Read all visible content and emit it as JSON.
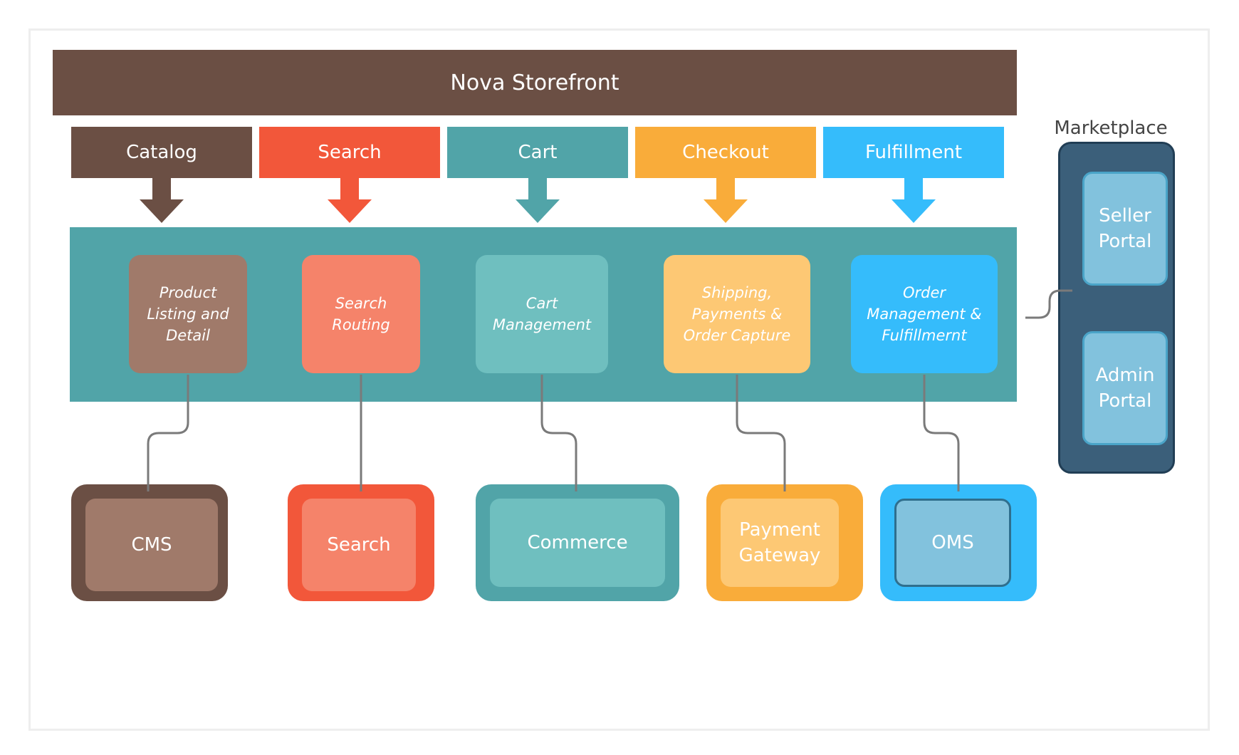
{
  "title": "Nova Storefront",
  "colors": {
    "brown": "#6b4f44",
    "brown_light": "#a07a6a",
    "red": "#f2573a",
    "red_light": "#f5836a",
    "teal": "#51a4a8",
    "teal_light": "#6fbfbf",
    "orange": "#f9ac3a",
    "orange_light": "#fdc874",
    "blue": "#35bcfb",
    "blue_light": "#82c2dd",
    "navy": "#3b5f7a",
    "connector": "#7a7a7a"
  },
  "categories": [
    {
      "label": "Catalog",
      "color": "#6b4f44"
    },
    {
      "label": "Search",
      "color": "#f2573a"
    },
    {
      "label": "Cart",
      "color": "#51a4a8"
    },
    {
      "label": "Checkout",
      "color": "#f9ac3a"
    },
    {
      "label": "Fulfillment",
      "color": "#35bcfb"
    }
  ],
  "modules": [
    {
      "label": "Product Listing and Detail",
      "color": "#a07a6a"
    },
    {
      "label": "Search Routing",
      "color": "#f5836a"
    },
    {
      "label": "Cart Management",
      "color": "#6fbfbf"
    },
    {
      "label": "Shipping, Payments & Order Capture",
      "color": "#fdc874"
    },
    {
      "label": "Order Management & Fulfillmernt",
      "color": "#35bcfb"
    }
  ],
  "systems": [
    {
      "label": "CMS",
      "outer": "#6b4f44",
      "inner": "#a07a6a"
    },
    {
      "label": "Search",
      "outer": "#f2573a",
      "inner": "#f5836a"
    },
    {
      "label": "Commerce",
      "outer": "#51a4a8",
      "inner": "#6fbfbf"
    },
    {
      "label": "Payment Gateway",
      "outer": "#f9ac3a",
      "inner": "#fdc874"
    },
    {
      "label": "OMS",
      "outer": "#35bcfb",
      "inner": "#82c2dd"
    }
  ],
  "marketplace": {
    "title": "Marketplace",
    "portals": [
      {
        "label": "Seller Portal"
      },
      {
        "label": "Admin Portal"
      }
    ]
  }
}
